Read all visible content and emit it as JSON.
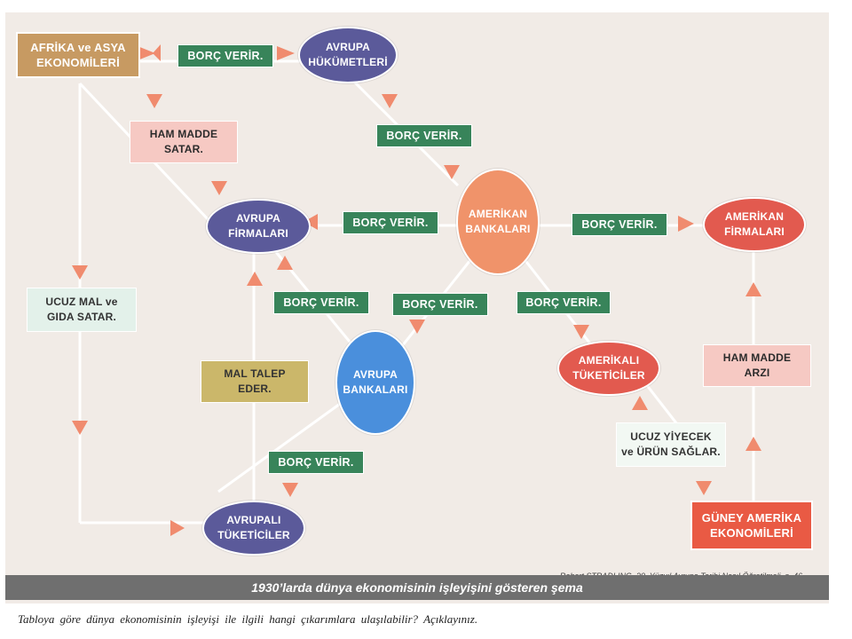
{
  "nodes": {
    "afrika_asya": "AFRİKA ve ASYA\nEKONOMİLERİ",
    "avrupa_hukumetleri": "AVRUPA\nHÜKÜMETLERİ",
    "ham_madde_satar": "HAM MADDE\nSATAR.",
    "avrupa_firmalari": "AVRUPA\nFİRMALARI",
    "amerikan_bankalari": "AMERİKAN\nBANKALARI",
    "amerikan_firmalari": "AMERİKAN\nFİRMALARI",
    "ucuz_mal": "UCUZ MAL ve\nGIDA SATAR.",
    "mal_talep": "MAL TALEP\nEDER.",
    "avrupa_bankalari": "AVRUPA\nBANKALARI",
    "amerikali_tuketiciler": "AMERİKALI\nTÜKETİCİLER",
    "ham_madde_arzi": "HAM MADDE\nARZI",
    "ucuz_yiyecek": "UCUZ YİYECEK\nve ÜRÜN SAĞLAR.",
    "avrupali_tuketiciler": "AVRUPALI\nTÜKETİCİLER",
    "guney_amerika": "GÜNEY AMERİKA\nEKONOMİLERİ"
  },
  "borc_label": "BORÇ VERİR.",
  "colors": {
    "arrow": "#f08b6e",
    "line": "#ffffff",
    "borc_green": "#38845a",
    "background": "#f1ebe6"
  },
  "source": "Robert STRADLING, 20. Yüzyıl Avrupa Tarihi Nasıl Öğretilmeli, s. 46",
  "caption": "1930’larda dünya ekonomisinin işleyişini gösteren şema",
  "question": "Tabloya göre dünya ekonomisinin işleyişi ile ilgili hangi çıkarımlara ulaşılabilir? Açıklayınız."
}
